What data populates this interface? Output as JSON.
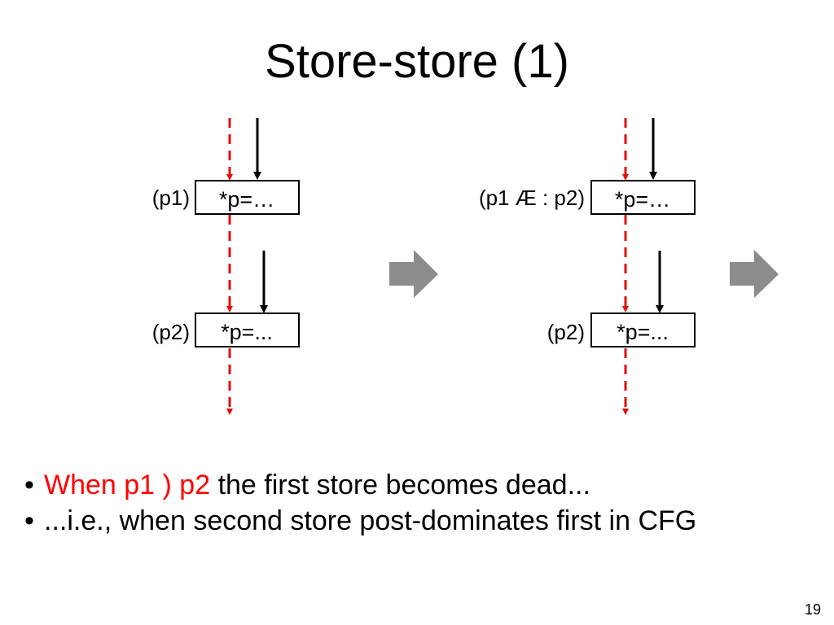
{
  "title": "Store-store (1)",
  "diagrams": {
    "left": {
      "top_label": "(p1)",
      "top_box": "*p=…",
      "bottom_label": "(p2)",
      "bottom_box": "*p=..."
    },
    "right": {
      "top_label": "(p1 Æ : p2)",
      "top_box": "*p=…",
      "bottom_label": "(p2)",
      "bottom_box": "*p=..."
    }
  },
  "bullets": {
    "first": {
      "red": "When p1 ) p2",
      "rest": " the first store becomes dead..."
    },
    "second": {
      "text": "...i.e., when second store post-dominates first in CFG"
    }
  },
  "slide_number": "19",
  "colors": {
    "red_dashed": "#e01010",
    "arrow_gray": "#8c8c8c",
    "red_text": "#ff0000"
  },
  "icons": {
    "transform_arrow": "right-arrow-icon"
  }
}
